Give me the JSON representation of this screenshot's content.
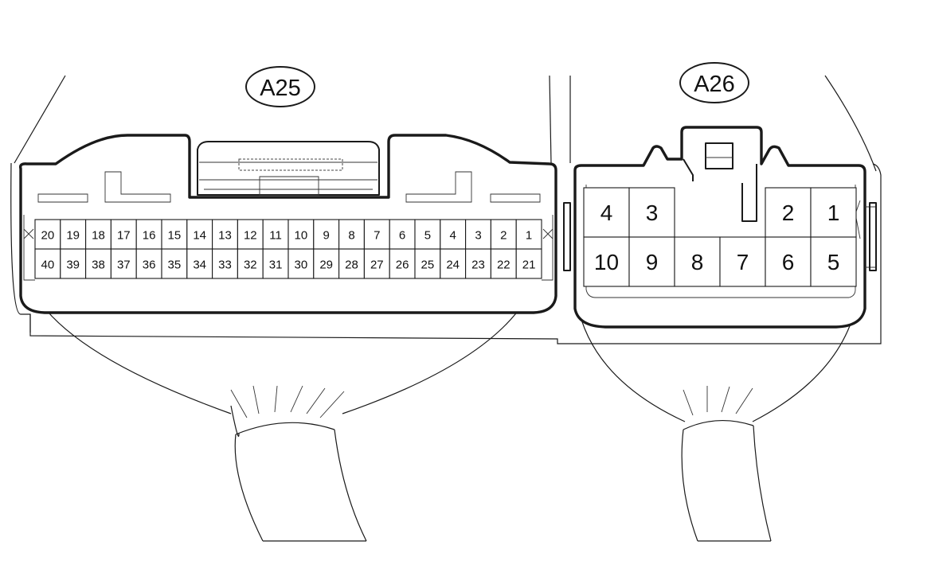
{
  "connectors": [
    {
      "id": "A25",
      "label": "A25",
      "rows": [
        [
          "20",
          "19",
          "18",
          "17",
          "16",
          "15",
          "14",
          "13",
          "12",
          "11",
          "10",
          "9",
          "8",
          "7",
          "6",
          "5",
          "4",
          "3",
          "2",
          "1"
        ],
        [
          "40",
          "39",
          "38",
          "37",
          "36",
          "35",
          "34",
          "33",
          "32",
          "31",
          "30",
          "29",
          "28",
          "27",
          "26",
          "25",
          "24",
          "23",
          "22",
          "21"
        ]
      ]
    },
    {
      "id": "A26",
      "label": "A26",
      "rows": [
        [
          "4",
          "3",
          "2",
          "1"
        ],
        [
          "10",
          "9",
          "8",
          "7",
          "6",
          "5"
        ]
      ]
    }
  ]
}
